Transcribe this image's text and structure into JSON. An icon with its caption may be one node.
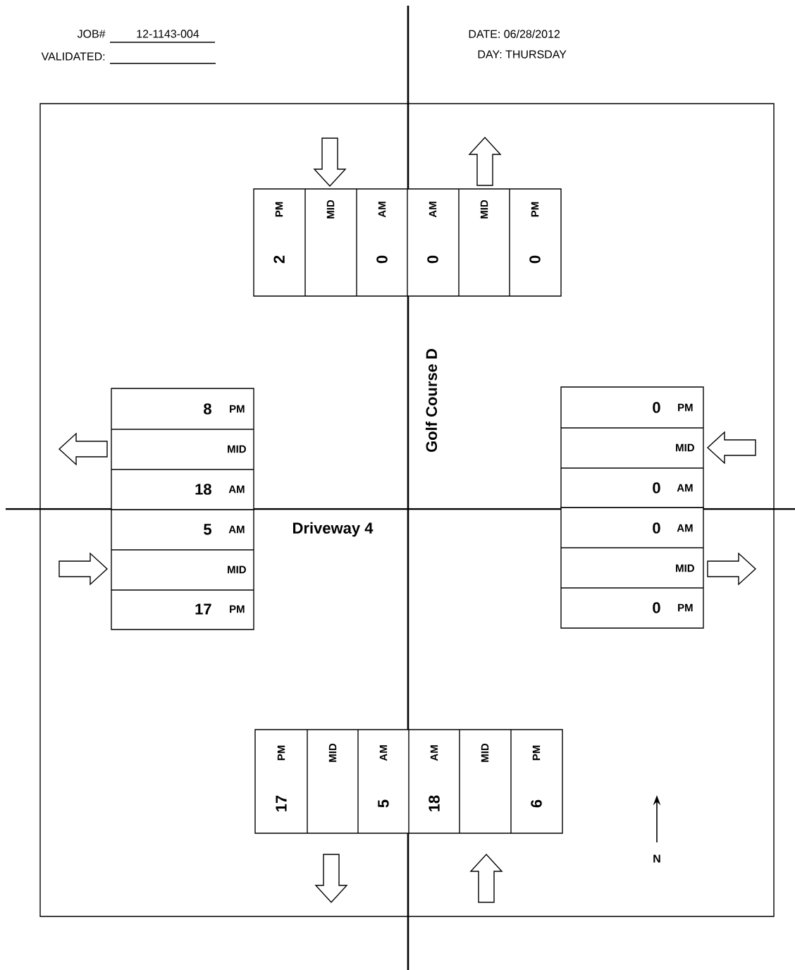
{
  "diagram": {
    "labels": [
      "JOB#",
      "12-1143-004",
      "DATE: 06/28/2012",
      "VALIDATED:",
      "DAY: THURSDAY",
      "PM",
      "MID",
      "AM",
      "AM",
      "MID",
      "PM",
      "2",
      "0",
      "0",
      "0",
      "Golf Course D",
      "8",
      "PM",
      "0",
      "PM",
      "MID",
      "MID",
      "18",
      "AM",
      "0",
      "AM",
      "5",
      "AM",
      "Driveway 4",
      "0",
      "AM",
      "MID",
      "MID",
      "17",
      "PM",
      "0",
      "PM",
      "PM",
      "MID",
      "AM",
      "AM",
      "MID",
      "PM",
      "17",
      "5",
      "18",
      "6",
      "N"
    ]
  }
}
